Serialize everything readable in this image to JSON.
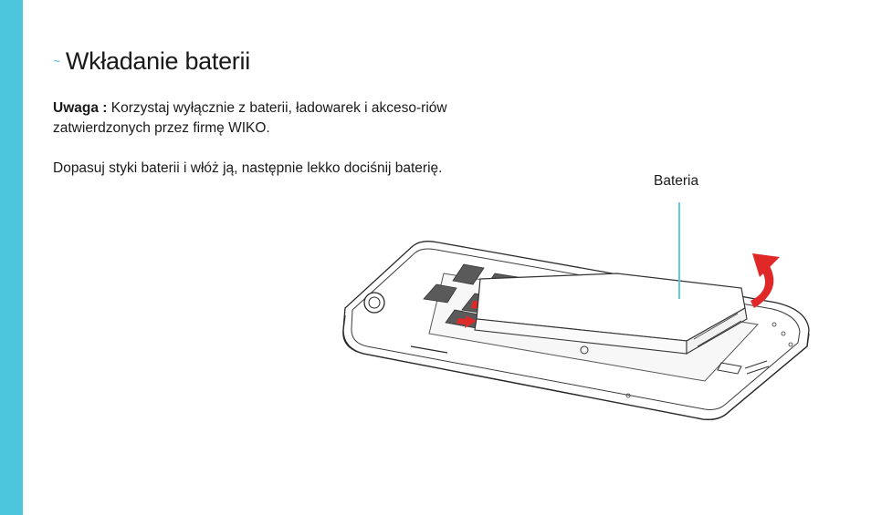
{
  "section": {
    "title": "Wkładanie baterii",
    "note_label": "Uwaga :",
    "note_text": "Korzystaj wyłącznie z baterii, ładowarek i akceso-riów zatwierdzonych przez firmę WIKO.",
    "instruction": "Dopasuj styki baterii i włóż ją, następnie lekko dociśnij baterię."
  },
  "illustration": {
    "callout_label": "Bateria",
    "accent_color": "#4bc6dd",
    "arrow_color": "#e02828",
    "sidebar_color": "#4bc6dd",
    "icon": "phone-battery-insertion"
  }
}
